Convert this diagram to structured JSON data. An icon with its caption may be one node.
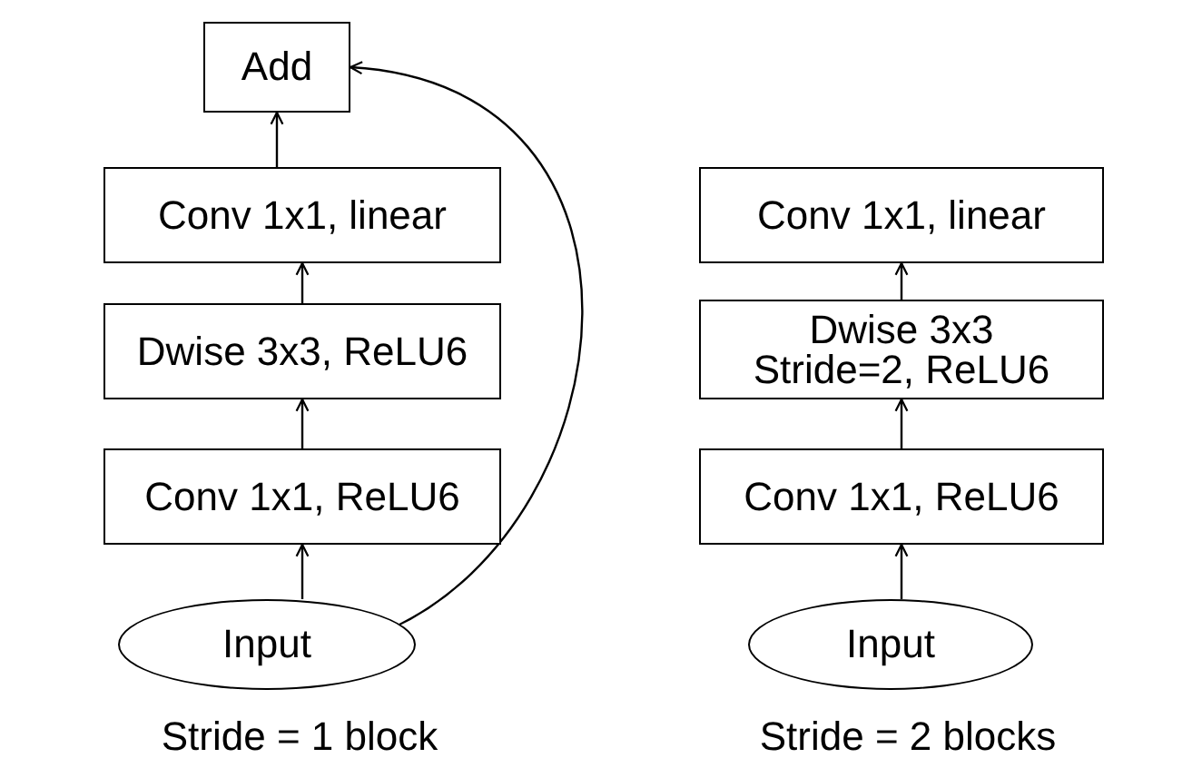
{
  "diagram": {
    "nodes": [
      {
        "text": [
          "Add"
        ]
      },
      {
        "text": [
          "Conv 1x1, linear"
        ]
      },
      {
        "text": [
          "Dwise 3x3, ReLU6"
        ]
      },
      {
        "text": [
          "Conv 1x1, ReLU6"
        ]
      },
      {
        "text": [
          "Input"
        ]
      },
      {
        "text": [
          "Conv 1x1, linear"
        ]
      },
      {
        "text": [
          "Dwise 3x3 Stride=2, ReLU6"
        ]
      },
      {
        "text": [
          "Conv 1x1, ReLU6"
        ]
      },
      {
        "text": [
          "Input"
        ]
      }
    ],
    "edges": [
      {
        "from": 4,
        "to": 3,
        "arrow": "to"
      },
      {
        "from": 3,
        "to": 2,
        "arrow": "to"
      },
      {
        "from": 2,
        "to": 1,
        "arrow": "to"
      },
      {
        "from": 1,
        "to": 0,
        "arrow": "to"
      },
      {
        "from": 4,
        "to": 0,
        "arrow": "to"
      },
      {
        "from": 8,
        "to": 7,
        "arrow": "to"
      },
      {
        "from": 7,
        "to": 6,
        "arrow": "to"
      },
      {
        "from": 6,
        "to": 5,
        "arrow": "to"
      }
    ],
    "labels": [
      "Stride = 1 block",
      "Stride = 2 blocks"
    ]
  }
}
